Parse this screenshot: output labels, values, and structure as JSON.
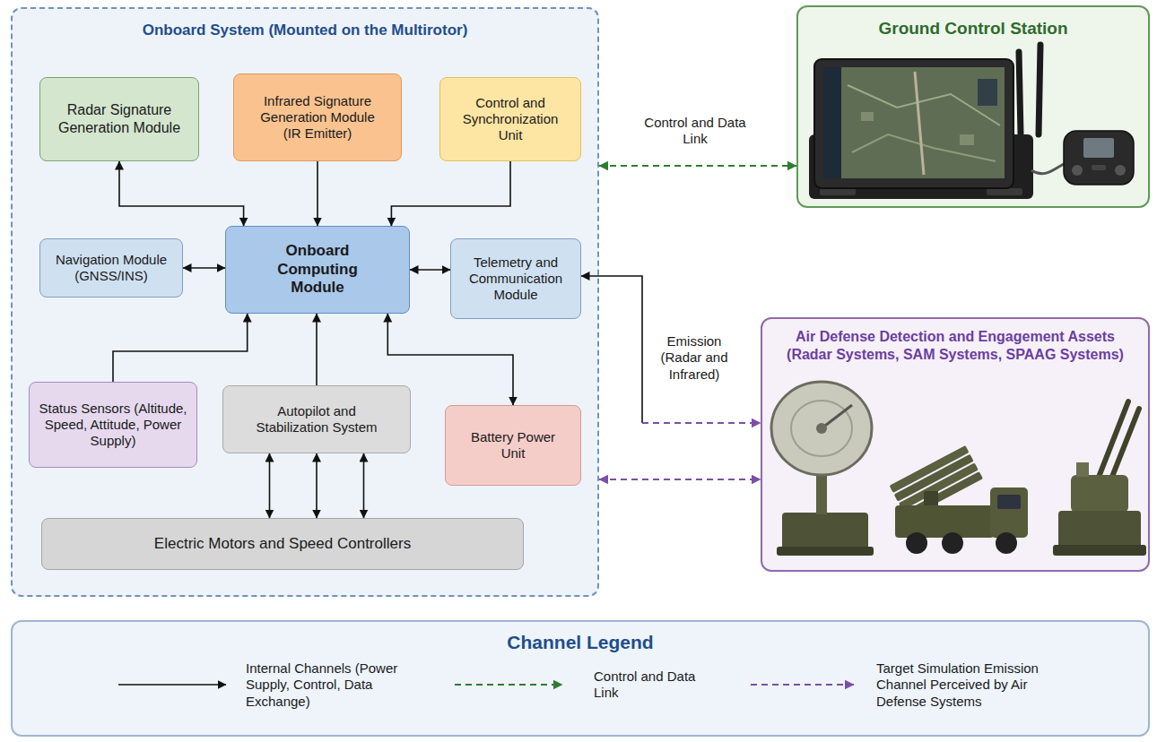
{
  "diagram": {
    "nodes": [
      {
        "text": [
          "Onboard System (Mounted on the Multirotor)"
        ]
      },
      {
        "text": [
          "Radar Signature Generation Module"
        ],
        "in": 0
      },
      {
        "text": [
          "Infrared Signature Generation Module (IR Emitter)"
        ],
        "in": 0
      },
      {
        "text": [
          "Control and Synchronization Unit"
        ],
        "in": 0
      },
      {
        "text": [
          "Navigation Module (GNSS/INS)"
        ],
        "in": 0
      },
      {
        "text": [
          "Onboard Computing Module"
        ],
        "in": 0
      },
      {
        "text": [
          "Telemetry and Communication Module"
        ],
        "in": 0
      },
      {
        "text": [
          "Status Sensors (Altitude, Speed, Attitude, Power Supply)"
        ],
        "in": 0
      },
      {
        "text": [
          "Autopilot and Stabilization System"
        ],
        "in": 0
      },
      {
        "text": [
          "Battery Power Unit"
        ],
        "in": 0
      },
      {
        "text": [
          "Electric Motors and Speed Controllers"
        ],
        "in": 0
      },
      {
        "text": [
          "Ground Control Station"
        ]
      },
      {
        "text": [
          "Air Defense Detection and Engagement Assets (Radar Systems, SAM Systems, SPAAG Systems)"
        ]
      },
      {
        "text": [
          "Channel Legend"
        ]
      }
    ],
    "edges": [
      {
        "from": 1,
        "to": 5,
        "arrow": "both"
      },
      {
        "from": 2,
        "to": 5,
        "arrow": "to"
      },
      {
        "from": 3,
        "to": 5,
        "arrow": "to"
      },
      {
        "from": 4,
        "to": 5,
        "arrow": "both"
      },
      {
        "from": 5,
        "to": 6,
        "arrow": "both"
      },
      {
        "from": 7,
        "to": 5,
        "arrow": "to"
      },
      {
        "from": 8,
        "to": 5,
        "arrow": "to"
      },
      {
        "from": 5,
        "to": 9,
        "arrow": "both"
      },
      {
        "from": 8,
        "to": 10,
        "arrow": "both"
      },
      {
        "from": 8,
        "to": 10,
        "arrow": "both"
      },
      {
        "from": 8,
        "to": 10,
        "arrow": "both"
      },
      {
        "from": 0,
        "to": 11,
        "label": "Control and Data Link",
        "arrow": "both"
      },
      {
        "from": 6,
        "to": 12,
        "label": "Emission (Radar and Infrared)",
        "arrow": "both"
      },
      {
        "from": 0,
        "to": 12,
        "arrow": "both"
      }
    ],
    "legend": [
      {
        "text": "Internal Channels (Power Supply, Control, Data Exchange)"
      },
      {
        "text": "Control and Data Link"
      },
      {
        "text": "Target Simulation Emission Channel Perceived by Air Defense Systems"
      }
    ]
  }
}
